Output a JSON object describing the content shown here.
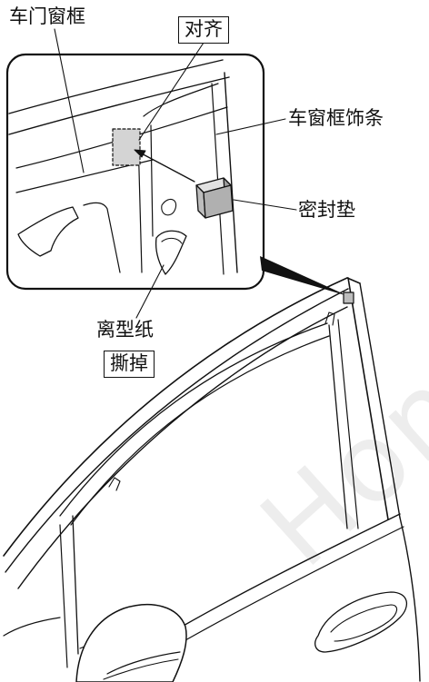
{
  "labels": {
    "door_frame": "车门窗框",
    "align": "对齐",
    "window_frame_trim": "车窗框饰条",
    "seal_pad": "密封垫",
    "release_paper": "离型纸",
    "peel_off": "撕掉"
  },
  "watermark": "Hon",
  "colors": {
    "line": "#111111",
    "pad_fill": "#bdbdbd",
    "target_fill": "#d4d4d4",
    "watermark": "#ededed",
    "background": "#ffffff"
  }
}
